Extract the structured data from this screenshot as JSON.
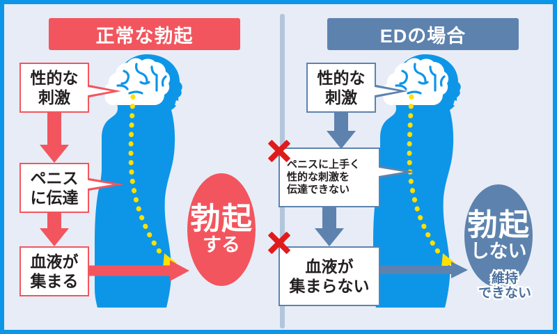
{
  "theme": {
    "background": "#e7ecf6",
    "border": "#0d96e8",
    "normal_accent": "#f2555e",
    "ed_accent": "#5d82ae",
    "body_blue": "#0d96e8",
    "nerve_yellow": "#ffe000",
    "x_red": "#e01b1b",
    "divider": "#b2c5dd",
    "box_text": "#231f20"
  },
  "panels": {
    "normal": {
      "banner": "正常な勃起",
      "steps": [
        {
          "lines": [
            "性的な",
            "刺激"
          ]
        },
        {
          "lines": [
            "ペニス",
            "に伝達"
          ]
        },
        {
          "lines": [
            "血液が",
            "集まる"
          ]
        }
      ],
      "result": {
        "headline": "勃起",
        "sub": "する"
      }
    },
    "ed": {
      "banner": "EDの場合",
      "steps": [
        {
          "lines": [
            "性的な",
            "刺激"
          ]
        },
        {
          "lines": [
            "ペニスに上手く",
            "性的な刺激を",
            "伝達できない"
          ]
        },
        {
          "lines": [
            "血液が",
            "集まらない"
          ]
        }
      ],
      "result": {
        "headline": "勃起",
        "sub": "しない"
      },
      "badge": {
        "lines": [
          "維持",
          "できない"
        ]
      },
      "blocked_markers": [
        "x-mark",
        "x-mark"
      ]
    }
  },
  "figures": {
    "left": {
      "label": "male-side-profile-with-brain",
      "nerve_path": "active"
    },
    "right": {
      "label": "male-side-profile-with-brain",
      "nerve_path": "active"
    }
  }
}
